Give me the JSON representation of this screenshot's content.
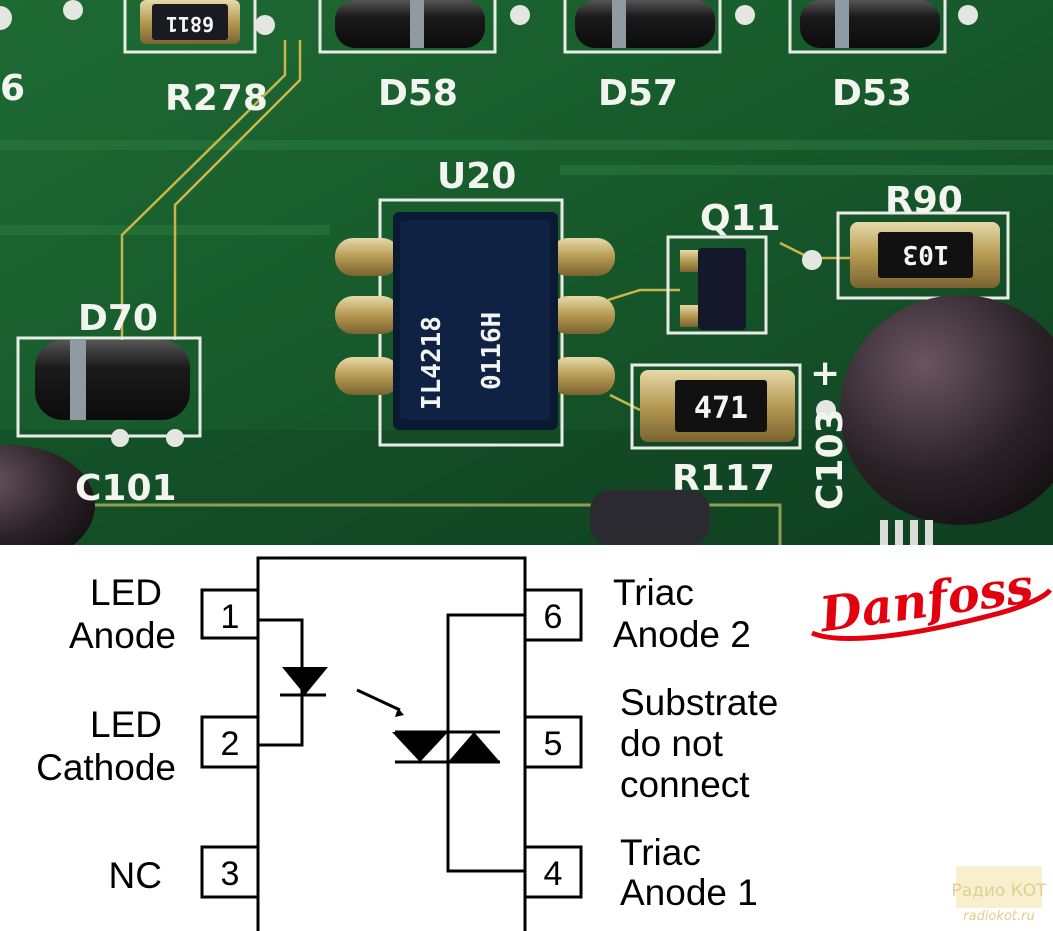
{
  "photo": {
    "silkscreen": {
      "r278": "R278",
      "d58": "D58",
      "d57": "D57",
      "d53": "D53",
      "u20": "U20",
      "q11": "Q11",
      "r90": "R90",
      "d70": "D70",
      "c101": "C101",
      "r117": "R117",
      "c103": "C103",
      "edge_6": "6",
      "plus": "+"
    },
    "markings": {
      "r278_code": "6811",
      "r90_code": "103",
      "r117_code": "471",
      "chip_part": "IL4218",
      "chip_date": "0116H"
    }
  },
  "diagram": {
    "pins": [
      {
        "num": "1",
        "label1": "LED",
        "label2": "Anode"
      },
      {
        "num": "2",
        "label1": "LED",
        "label2": "Cathode"
      },
      {
        "num": "3",
        "label1": "NC",
        "label2": ""
      },
      {
        "num": "4",
        "label1": "Triac",
        "label2": "Anode 1"
      },
      {
        "num": "5",
        "label1": "Substrate",
        "label2": "do not",
        "label3": "connect"
      },
      {
        "num": "6",
        "label1": "Triac",
        "label2": "Anode 2"
      }
    ]
  },
  "logo": {
    "text": "Danfoss",
    "color": "#e2000f"
  },
  "watermark": {
    "line1": "Радио КОТ",
    "line2": "radiokot.ru"
  }
}
